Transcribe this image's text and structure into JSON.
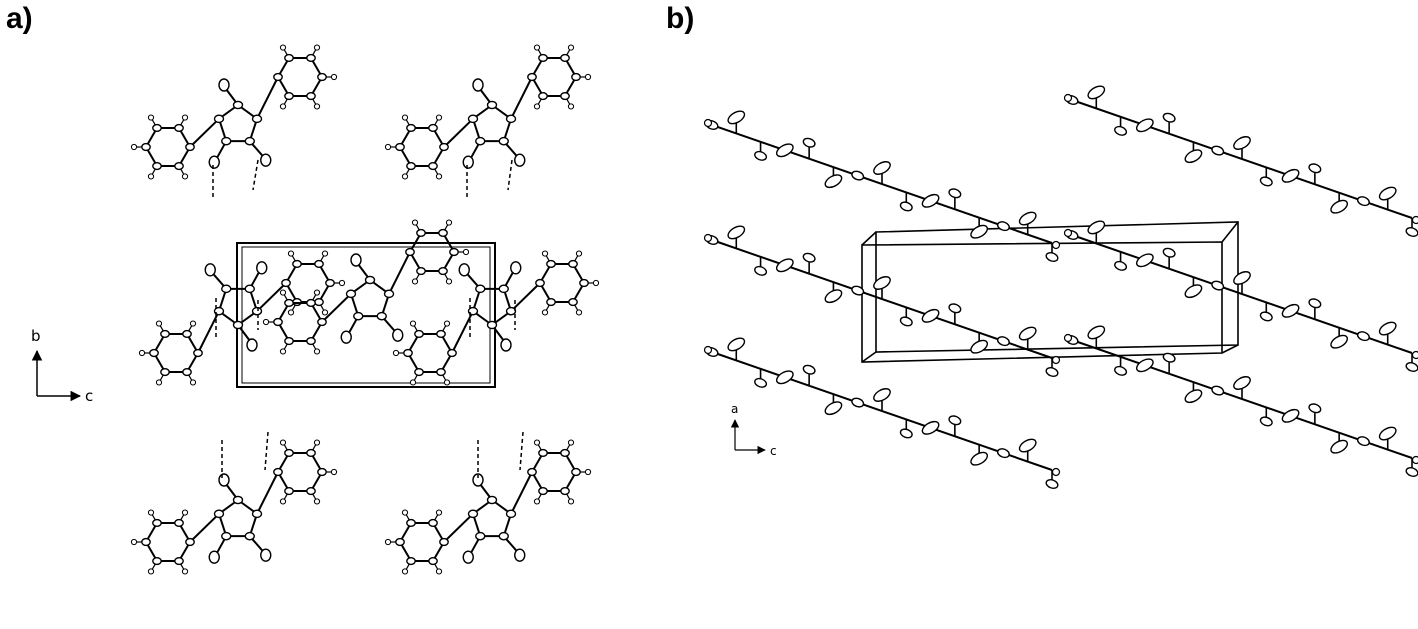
{
  "panels": [
    {
      "label": "a)",
      "axes": {
        "vertical": "b",
        "horizontal": "c"
      }
    },
    {
      "label": "b)",
      "axes": {
        "vertical": "a",
        "horizontal": "c"
      }
    }
  ],
  "colors": {
    "ink": "#000000",
    "background": "#ffffff"
  }
}
